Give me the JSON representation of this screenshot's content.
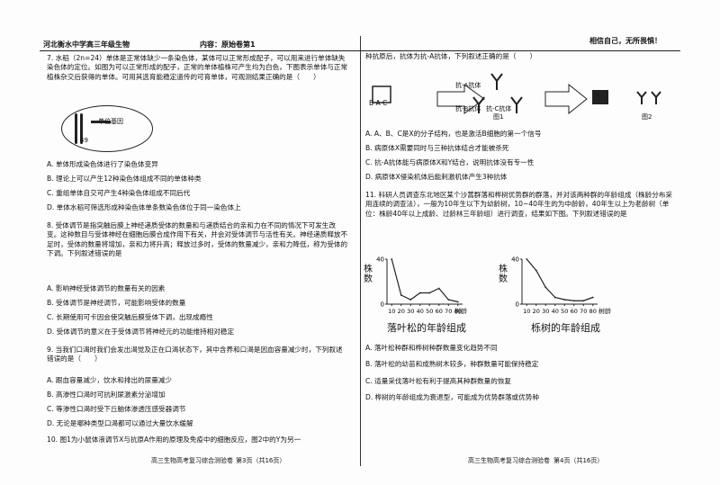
{
  "header": {
    "left": "河北衡水中学高三年级生物",
    "mid": "内容：原始卷第1",
    "right": "相信自己，无所畏惧！"
  },
  "q7": {
    "stem": "7. 水稻（2n=24）单体是正常体缺少一条染色体，某体可以正常形成配子，可以用来进行单体缺失染色体的定位。如图为可以正常形成的配子，正常的单体植株可产生均为白色，下图表示单体与正常植株杂交后获得的单体。可用其选育能稳定遗传的可育单体，可观测结果正确的是（　　）",
    "cell_label": "单位基因",
    "cell_num": "49",
    "options": [
      "A. 单体形成染色体进行了染色体变异",
      "B. 理论上可以产生12种染色体组成不同的单体种类",
      "C. 重组单体自交可产生4种染色体组成不同后代",
      "D. 单体水稻可筛选形成种染色体单条数染色体位于同一染色体上"
    ]
  },
  "q8": {
    "stem": "8. 受体调节是指突触后膜上神经递质受体的数量和与递质结合的亲和力在不同的情况下可发生改变。这种数目与受体神经在细胞后膜合成作用下有关，并会对受体调节与活性有关。神经递质释放不足时，受体的数量将增加，亲和力将升高；释放过多时，受体的数量减少，亲和力降低，称为受体的下调。下列叙述错误的是",
    "options": [
      "A. 影响神经受体调节的数量有关的因素",
      "B. 受体调节是神经调节，可能影响受体的数量",
      "C. 长期使用可卡因会使突触后膜受体下调，出现成瘾性",
      "D. 受体调节的意义在于受体调节将神经元的功能维持相对稳定"
    ]
  },
  "q9": {
    "stem": "9. 当我们口渴时我们会发出渴觉及正在口渴状态下，其中含养和口渴是因血容量减少时，下列叙述错误的是（　　）",
    "options": [
      "A. 跟血容量减少，饮水和排出的尿量减少",
      "B. 高渗性口渴时可抗利尿激素分泌增加",
      "C. 等渗性口渴时受下丘脑体渗透压感受器调节",
      "D. 无论是哪种类型口渴都可以通过大量饮水缓解"
    ],
    "last": "10. 图1为小鼠体液调节X与抗原A作用的原理及免疫中的细胞反应，图2中的Y为另一"
  },
  "q10_right": {
    "stem": "种抗原后，抗体为抗-A抗体，下列叙述正确的是（　　）",
    "labels": {
      "abc": "B  A  C",
      "anti_a": "抗-A抗体",
      "anti_b": "抗-B抗体",
      "anti_c": "抗-C抗体",
      "fig1": "图1",
      "fig2": "图2"
    },
    "options": [
      "A. A、B、C是X的分子结构，也是激活B细胞的第一个信号",
      "B. 病原体X需要同时与三种抗体结合才能被杀死",
      "C. 抗-A抗体能与病原体X和Y结合，说明抗体没有专一性",
      "D. 病原体X侵染机体后能刺激机体产生3种抗体"
    ]
  },
  "q11": {
    "stem": "11. 科研人员调查东北地区某个沙蒿群落和桦树优势群的群落，并对该两种群的年龄组成（株龄分布采用连续的调查法），一般为10年生以下为幼龄树，10~40年生的为中龄龄，40年生以上为老龄树（单位：株龄40年以上成龄、过龄林三年龄组）进行调查，结果如下图。下列叙述错误的是",
    "options": [
      "A. 落叶松种群和桦树种群数量变化趋势不同",
      "B. 落叶松的幼苗和成熟树木较多，种群数量可能保持稳定",
      "C. 适量采伐落叶松有利于提高其种群数量的恢复",
      "D. 桦树的年龄组成为衰退型，可能成为优势群落或优势种"
    ]
  },
  "chart_data": [
    {
      "type": "line",
      "title": "落叶松的年龄组成",
      "ylabel": "株数",
      "xlabel": "树龄",
      "x": [
        10,
        20,
        30,
        40,
        50,
        60,
        70,
        80
      ],
      "values": [
        40,
        8,
        4,
        10,
        10,
        14,
        4,
        2
      ],
      "ylim": [
        0,
        40
      ],
      "yticks": [
        0,
        40
      ],
      "xticks": [
        10,
        20,
        30,
        40,
        50,
        60,
        70,
        80
      ]
    },
    {
      "type": "line",
      "title": "栎树的年龄组成",
      "ylabel": "株数",
      "xlabel": "树龄",
      "x": [
        10,
        20,
        30,
        40,
        50,
        60,
        70,
        80
      ],
      "values": [
        40,
        30,
        15,
        6,
        4,
        3,
        3,
        6
      ],
      "ylim": [
        0,
        40
      ],
      "yticks": [
        0,
        40
      ],
      "xticks": [
        10,
        20,
        30,
        40,
        50,
        60,
        70,
        80
      ]
    }
  ],
  "footer": {
    "left_a": "高三生物高考复习综合测验卷",
    "left_b": "第3页（共16页）",
    "right_a": "高三生物高考复习综合测验卷",
    "right_b": "第4页（共16页）"
  }
}
